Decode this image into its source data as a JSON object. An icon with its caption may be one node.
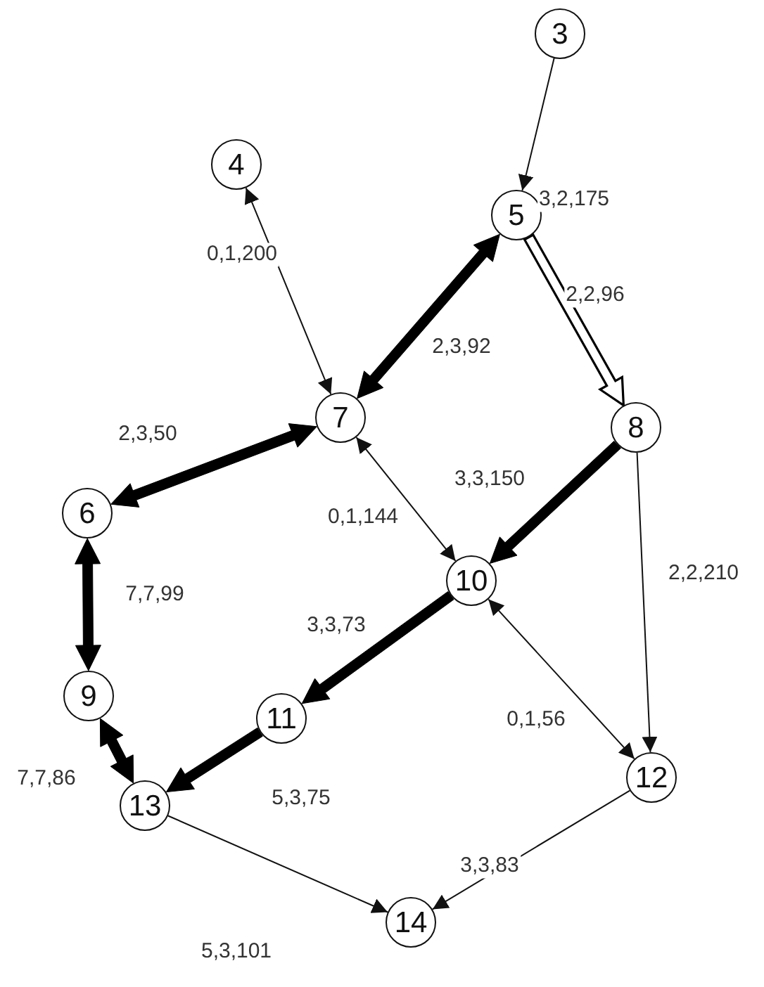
{
  "diagram": {
    "nodes": [
      {
        "text": [
          "3"
        ]
      },
      {
        "text": [
          "4"
        ]
      },
      {
        "text": [
          "5"
        ]
      },
      {
        "text": [
          "7"
        ]
      },
      {
        "text": [
          "8"
        ]
      },
      {
        "text": [
          "6"
        ]
      },
      {
        "text": [
          "10"
        ]
      },
      {
        "text": [
          "9"
        ]
      },
      {
        "text": [
          "11"
        ]
      },
      {
        "text": [
          "12"
        ]
      },
      {
        "text": [
          "13"
        ]
      },
      {
        "text": [
          "14"
        ]
      }
    ],
    "edges": [
      {
        "from": 0,
        "to": 2,
        "arrow": "to",
        "label": "3,2,175"
      },
      {
        "from": 3,
        "to": 1,
        "arrow": "both",
        "label": "0,1,200"
      },
      {
        "from": 3,
        "to": 2,
        "arrow": "both",
        "label": "2,3,92",
        "style": "thick"
      },
      {
        "from": 2,
        "to": 4,
        "arrow": "to",
        "label": "2,2,96",
        "style": "thick",
        "color": "#ffffff"
      },
      {
        "from": 5,
        "to": 3,
        "arrow": "both",
        "label": "2,3,50",
        "style": "thick"
      },
      {
        "from": 3,
        "to": 6,
        "arrow": "both",
        "label": "0,1,144"
      },
      {
        "from": 4,
        "to": 6,
        "arrow": "to",
        "label": "3,3,150",
        "style": "thick"
      },
      {
        "from": 4,
        "to": 9,
        "arrow": "to",
        "label": "2,2,210"
      },
      {
        "from": 6,
        "to": 8,
        "arrow": "to",
        "label": "3,3,73",
        "style": "thick"
      },
      {
        "from": 6,
        "to": 9,
        "arrow": "both",
        "label": "0,1,56"
      },
      {
        "from": 5,
        "to": 7,
        "arrow": "both",
        "label": "7,7,99",
        "style": "thick"
      },
      {
        "from": 7,
        "to": 10,
        "arrow": "both",
        "label": "7,7,86",
        "style": "thick"
      },
      {
        "from": 8,
        "to": 10,
        "arrow": "to",
        "label": "5,3,75",
        "style": "thick"
      },
      {
        "from": 9,
        "to": 11,
        "arrow": "to",
        "label": "3,3,83"
      },
      {
        "from": 10,
        "to": 11,
        "arrow": "to",
        "label": "5,3,101"
      }
    ]
  }
}
